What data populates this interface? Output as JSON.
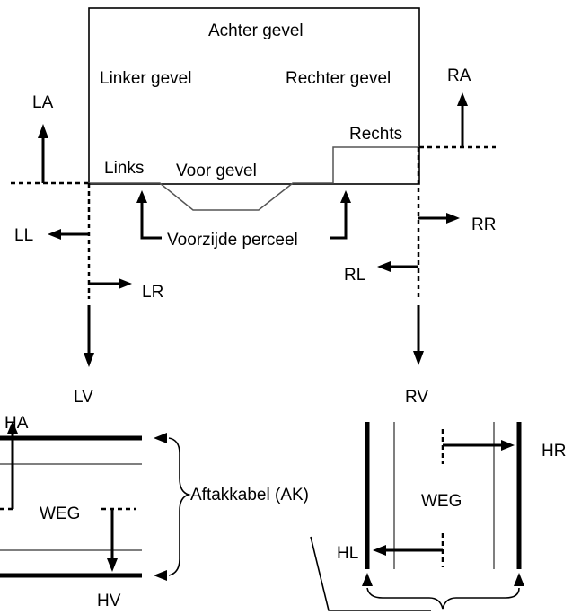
{
  "labels": {
    "achter_gevel": "Achter gevel",
    "linker_gevel": "Linker gevel",
    "rechter_gevel": "Rechter gevel",
    "rechts": "Rechts",
    "links": "Links",
    "voor_gevel": "Voor gevel",
    "voorzijde_perceel": "Voorzijde perceel",
    "la": "LA",
    "ra": "RA",
    "ll": "LL",
    "lr": "LR",
    "lv": "LV",
    "rr": "RR",
    "rl": "RL",
    "rv": "RV",
    "ha": "HA",
    "hv": "HV",
    "weg_left": "WEG",
    "weg_right": "WEG",
    "aftakkabel": "Aftakkabel (AK)",
    "hr": "HR",
    "hl": "HL"
  }
}
